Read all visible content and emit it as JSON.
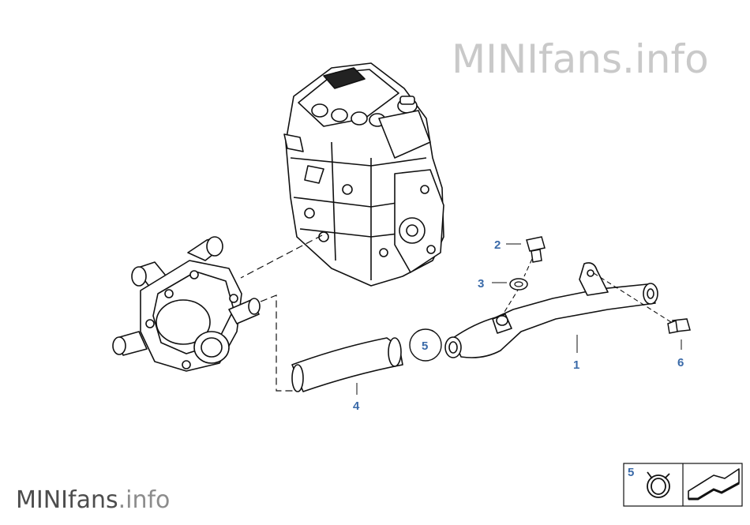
{
  "watermarks": {
    "top": {
      "brand": "MINIfans",
      "suffix": ".info"
    },
    "bottom": {
      "brand": "MINIfans",
      "suffix": ".info"
    }
  },
  "callouts": {
    "part1": "1",
    "part2": "2",
    "part3": "3",
    "part4": "4",
    "part5": "5",
    "part6": "6"
  },
  "legend": {
    "clamp_number": "5"
  },
  "colors": {
    "line": "#111111",
    "callout": "#3a6aa8",
    "watermark": "#c9c9c9"
  }
}
